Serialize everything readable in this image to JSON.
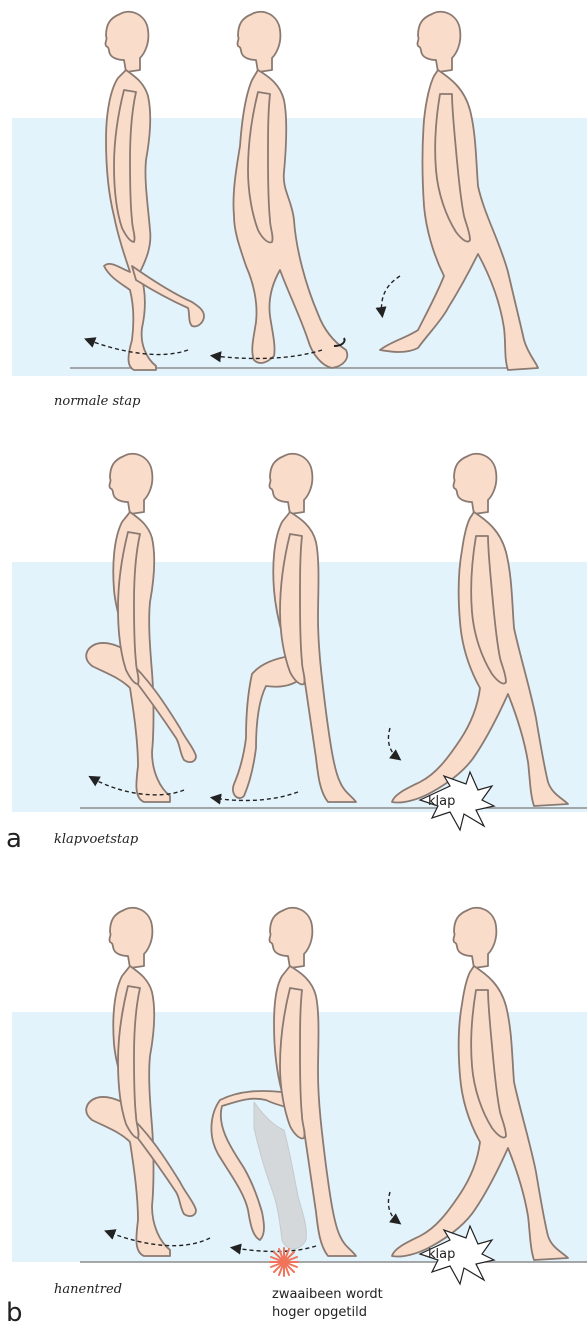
{
  "panels": [
    {
      "caption": "normale stap"
    },
    {
      "caption": "klapvoetstap",
      "letter": "a",
      "impact_label": "klap"
    },
    {
      "caption": "hanentred",
      "letter": "b",
      "impact_label": "klap",
      "note_line1": "zwaaibeen wordt",
      "note_line2": "hoger opgetild"
    }
  ],
  "colors": {
    "band": "#e3f3fb",
    "skin": "#fadccb",
    "outline": "#8a7a72",
    "ground": "#8c8c8c",
    "arrow": "#222222",
    "star": "#f0735a",
    "ghost": "#c9c9c9"
  }
}
